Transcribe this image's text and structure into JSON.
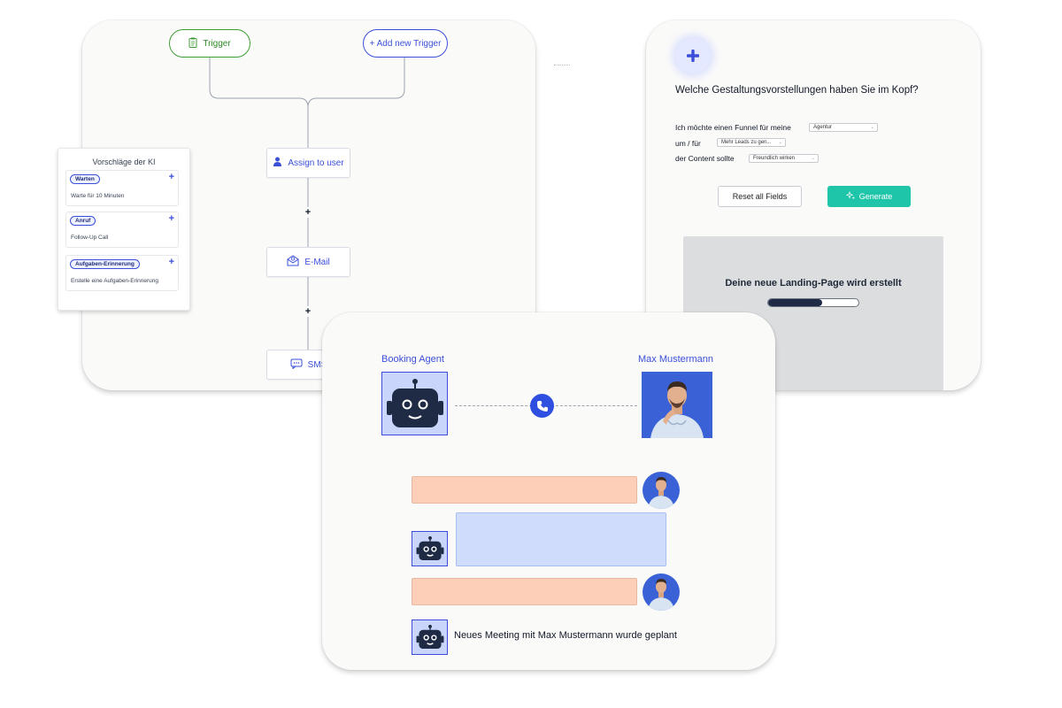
{
  "workflow": {
    "trigger_label": "Trigger",
    "add_trigger_label": "+ Add new Trigger",
    "steps": {
      "assign_user": "Assign to user",
      "email": "E-Mail",
      "sms": "SMS"
    },
    "ai_panel": {
      "title": "Vorschläge der KI",
      "suggestions": [
        {
          "tag": "Warten",
          "desc": "Warte für 10 Minuten"
        },
        {
          "tag": "Anruf",
          "desc": "Follow-Up Call"
        },
        {
          "tag": "Aufgaben-Erinnerung",
          "desc": "Erstelle eine Aufgaben-Erinnerung"
        }
      ],
      "add_symbol": "+"
    },
    "node_plus": "+"
  },
  "funnel": {
    "question": "Welche Gestaltungsvorstellungen haben Sie im Kopf?",
    "rows": [
      {
        "label": "Ich möchte einen Funnel für meine",
        "value": "Agentur"
      },
      {
        "label": "um / für",
        "value": "Mehr Leads zu gen..."
      },
      {
        "label": "der Content sollte",
        "value": "Freundlich wirken"
      }
    ],
    "reset_label": "Reset all Fields",
    "generate_label": "Generate",
    "status_text": "Deine neue Landing-Page wird erstellt",
    "progress": 0.6,
    "accent": "#1ec5a9"
  },
  "booking": {
    "agent_name": "Booking Agent",
    "contact_name": "Max Mustermann",
    "confirmation": "Neues Meeting mit Max Mustermann wurde geplant",
    "accent": "#3b4fd8"
  },
  "colors": {
    "primary": "#3b4fd8",
    "green": "#3f9c35",
    "orange_msg": "#fdcfb8",
    "blue_msg": "#cfdcfc",
    "bot_dark": "#1f2a44"
  }
}
